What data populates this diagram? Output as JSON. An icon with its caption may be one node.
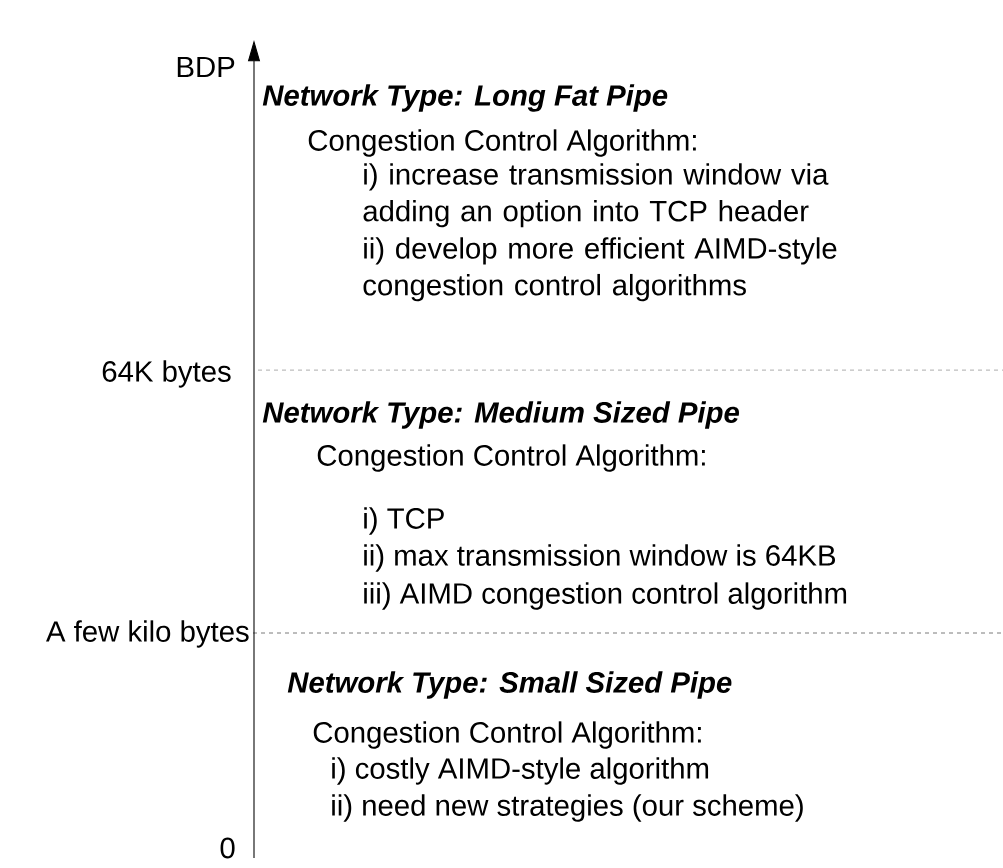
{
  "diagram": {
    "labels": [
      "BDP",
      "Network Type: Long Fat Pipe",
      "Congestion Control Algorithm:",
      "i) increase transmission window via adding an option into TCP header",
      "ii) develop more efficient AIMD-style congestion control algorithms",
      "64K bytes",
      "Network Type: Medium Sized Pipe",
      "Congestion Control Algorithm:",
      "i) TCP",
      "ii) max transmission window is 64KB",
      "iii) AIMD congestion control algorithm",
      "A few kilo bytes",
      "Network Type: Small Sized Pipe",
      "Congestion Control Algorithm:",
      "i) costly AIMD-style algorithm",
      "ii) need new strategies (our scheme)",
      "0"
    ]
  }
}
